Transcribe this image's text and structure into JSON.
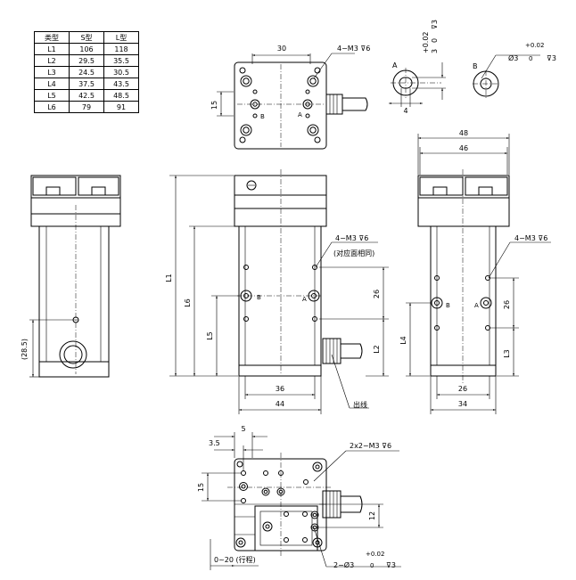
{
  "spec_table": {
    "headers": [
      "类型",
      "S型",
      "L型"
    ],
    "rows": [
      [
        "L1",
        "106",
        "118"
      ],
      [
        "L2",
        "29.5",
        "35.5"
      ],
      [
        "L3",
        "24.5",
        "30.5"
      ],
      [
        "L4",
        "37.5",
        "43.5"
      ],
      [
        "L5",
        "42.5",
        "48.5"
      ],
      [
        "L6",
        "79",
        "91"
      ]
    ]
  },
  "top_view": {
    "width_30": "30",
    "thread_note": "4−M3",
    "thread_depth": "6",
    "dim_15": "15",
    "label_a": "A",
    "label_b": "B"
  },
  "detail_a": {
    "label": "A",
    "tol_upper": "+0.02",
    "dia": "3",
    "tol_lower": "0",
    "depth": "3",
    "width": "4"
  },
  "detail_b": {
    "label": "B",
    "dia_sym": "Ø3",
    "tol_upper": "+0.02",
    "tol_lower": "0",
    "depth": "3"
  },
  "left_view": {
    "dim_28_5": "(28.5)"
  },
  "front_view": {
    "L1": "L1",
    "L6": "L6",
    "L5": "L5",
    "L2": "L2",
    "dim_26": "26",
    "dim_36": "36",
    "dim_44": "44",
    "thread_note": "4−M3",
    "thread_depth": "6",
    "thread_sub": "(对应面相同)",
    "cable_out": "出线",
    "label_a": "A",
    "label_b": "B"
  },
  "right_view": {
    "dim_48": "48",
    "dim_46": "46",
    "dim_26_side": "26",
    "dim_26_bottom": "26",
    "dim_34": "34",
    "L4": "L4",
    "L3": "L3",
    "thread_note": "4−M3",
    "thread_depth": "6",
    "label_b": "B",
    "label_a": "A"
  },
  "bottom_view": {
    "dim_5": "5",
    "dim_3_5": "3.5",
    "dim_15": "15",
    "dim_12": "12",
    "thread_note": "2x2−M3",
    "thread_depth": "6",
    "stroke": "0~20 (行程)",
    "pin_note": "2−Ø3",
    "tol_upper": "+0.02",
    "tol_lower": "0",
    "depth": "3"
  }
}
